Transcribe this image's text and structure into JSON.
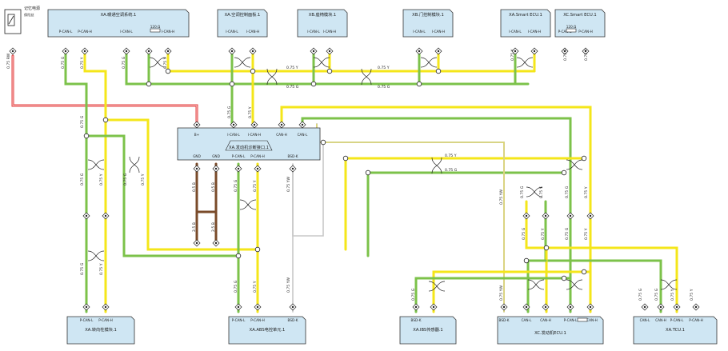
{
  "power_label": "记忆电源",
  "fuse_label": "保险丝",
  "modules_top": [
    {
      "id": "m_hvac",
      "name": "XA.暖通空调系统.1",
      "pins": [
        "P-CAN-L",
        "P-CAN-H",
        "I-CAN-L",
        "I-CAN-H"
      ]
    },
    {
      "id": "m_ac",
      "name": "XA.空调控制面板.1",
      "pins": [
        "I-CAN-L",
        "I-CAN-H"
      ]
    },
    {
      "id": "m_seat",
      "name": "XB.座椅模块.1",
      "pins": [
        "I-CAN-L",
        "I-CAN-H"
      ]
    },
    {
      "id": "m_door",
      "name": "XB.门控制模块.1",
      "pins": [
        "I-CAN-L",
        "I-CAN-H"
      ]
    },
    {
      "id": "m_smart",
      "name": "XA.Smart ECU.1",
      "pins": [
        "I-CAN-L",
        "I-CAN-H"
      ]
    },
    {
      "id": "m_smart2",
      "name": "XC.Smart ECU.1",
      "pins": [
        "P-CAN-L",
        "P-CAN-H"
      ]
    }
  ],
  "gateway": {
    "name": "XA.发动机诊断接口.1",
    "pins_top": [
      "B+",
      "I-CAN-L",
      "I-CAN-H",
      "CAN-H",
      "CAN-L"
    ],
    "pins_bottom": [
      "GND",
      "GND",
      "P-CAN-L",
      "P-CAN-H",
      "BSD-K"
    ]
  },
  "modules_bottom": [
    {
      "id": "b_steer",
      "name": "XA.转向柱模块.1",
      "pins": [
        "P-CAN-L",
        "P-CAN-H"
      ]
    },
    {
      "id": "b_abs",
      "name": "XA.ABS电控单元.1",
      "pins": [
        "P-CAN-L",
        "P-CAN-H",
        "BSD-K"
      ]
    },
    {
      "id": "b_sensor",
      "name": "XA.IBS传感器.1",
      "pins": [
        "BSD-K"
      ]
    },
    {
      "id": "b_ecu",
      "name": "XC.发动机ECU.1",
      "pins": [
        "BSD-K",
        "CAN-L",
        "CAN-H",
        "P-CAN-L",
        "P-CAN-H"
      ]
    },
    {
      "id": "b_tcu",
      "name": "XA.TCU.1",
      "pins": [
        "CAN-L",
        "CAN-H",
        "P-CAN-L",
        "P-CAN-H"
      ]
    }
  ],
  "wire_labels": {
    "rw": "0.75 RW",
    "y": "0.75 Y",
    "g": "0.75 G",
    "yw": "0.75 YW",
    "b25": "2.5 B",
    "b05": "0.5 B"
  },
  "resistor_label": "120 Ω",
  "colors": {
    "red": "#e03a3a",
    "yellow": "#f4e61a",
    "green": "#7cc24a",
    "brown": "#7a4b2a",
    "gray": "#9a9a9a",
    "module_fill": "#cfe6f3",
    "module_stroke": "#333333"
  }
}
